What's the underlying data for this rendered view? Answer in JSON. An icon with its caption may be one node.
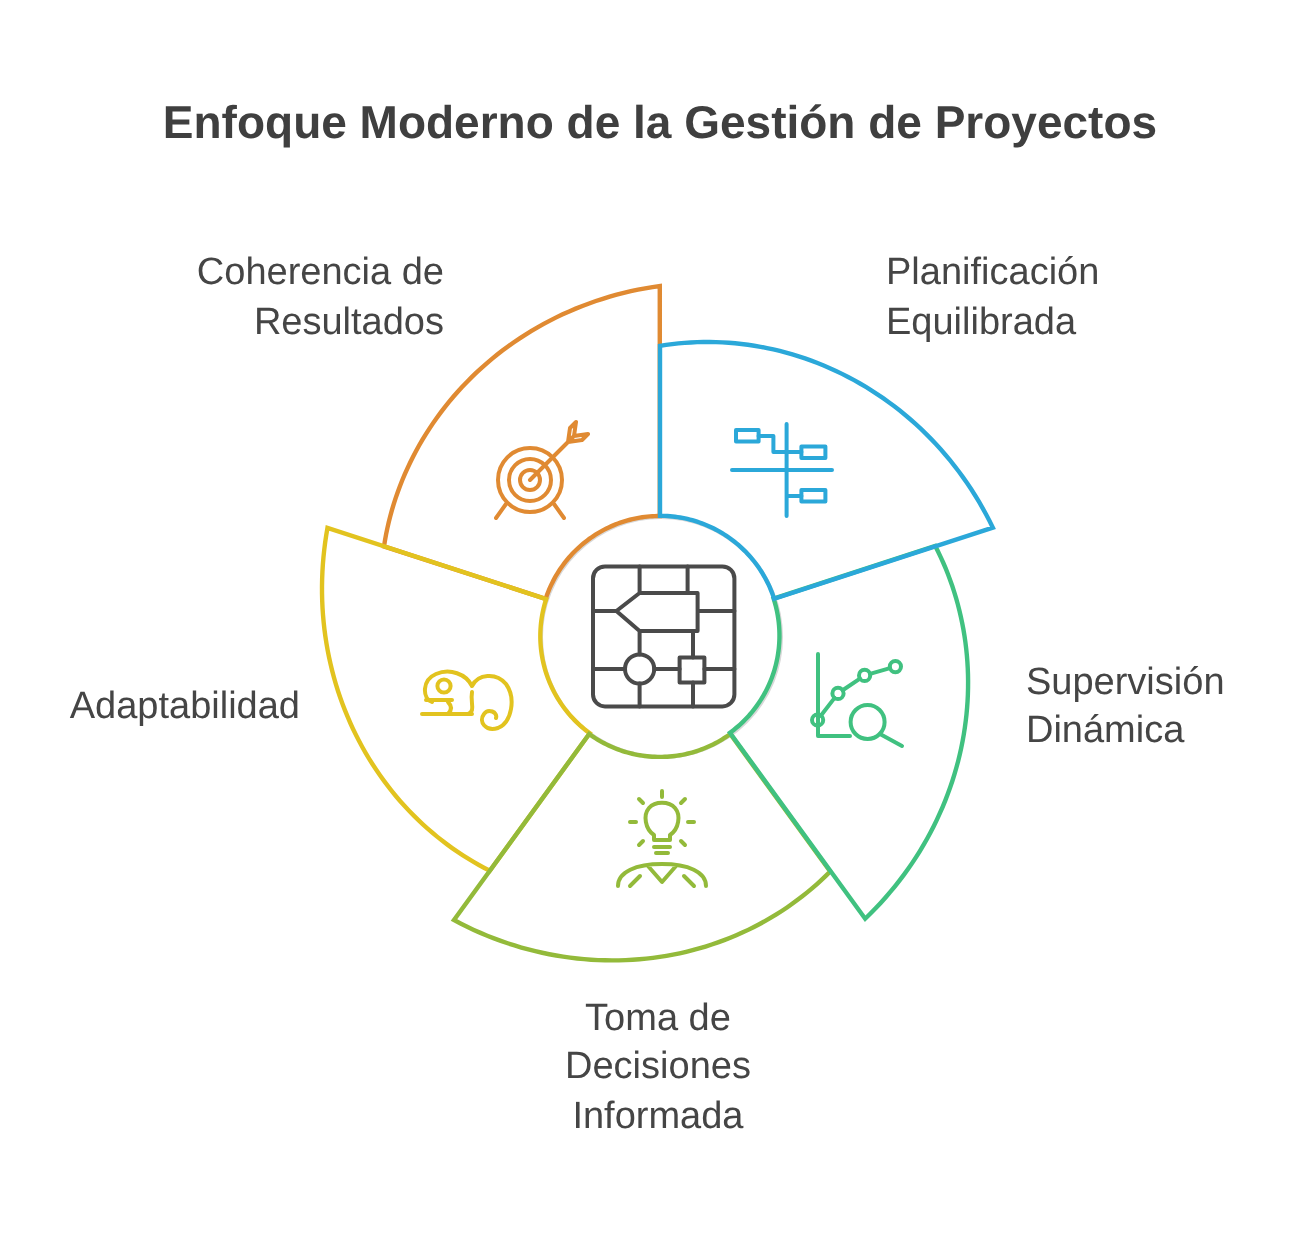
{
  "diagram": {
    "title": "Enfoque Moderno de la Gestión de Proyectos",
    "nodes": [
      {
        "text": [
          "Coherencia de Resultados"
        ]
      },
      {
        "text": [
          "Planificación Equilibrada"
        ]
      },
      {
        "text": [
          "Adaptabilidad"
        ]
      },
      {
        "text": [
          "Supervisión Dinámica"
        ]
      },
      {
        "text": [
          "Toma de Decisiones Informada"
        ]
      },
      {
        "text": [],
        "shape": "circle"
      }
    ]
  }
}
